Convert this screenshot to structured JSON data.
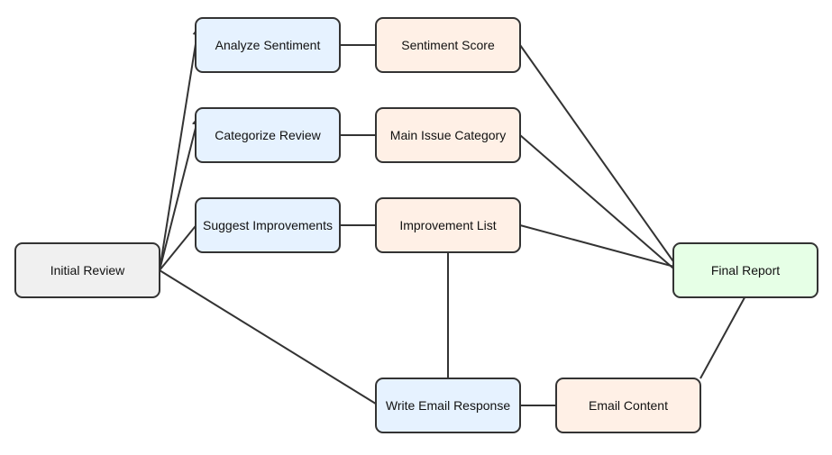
{
  "diagram": {
    "colors": {
      "input": "#f0f0f0",
      "process": "#e6f2ff",
      "output": "#fff0e6",
      "final": "#e6ffe6",
      "stroke": "#333333"
    },
    "nodes": {
      "initial": {
        "label": "Initial Review",
        "kind": "input"
      },
      "analyze": {
        "label": "Analyze Sentiment",
        "kind": "process"
      },
      "categorize": {
        "label": "Categorize Review",
        "kind": "process"
      },
      "suggest": {
        "label": "Suggest Improvements",
        "kind": "process"
      },
      "write_email": {
        "label": "Write Email Response",
        "kind": "process"
      },
      "sentiment_score": {
        "label": "Sentiment Score",
        "kind": "output"
      },
      "issue_category": {
        "label": "Main Issue Category",
        "kind": "output"
      },
      "improvement_list": {
        "label": "Improvement List",
        "kind": "output"
      },
      "email_content": {
        "label": "Email Content",
        "kind": "output"
      },
      "final_report": {
        "label": "Final Report",
        "kind": "final"
      }
    },
    "edges": [
      {
        "from": "initial",
        "to": "analyze"
      },
      {
        "from": "initial",
        "to": "categorize"
      },
      {
        "from": "initial",
        "to": "suggest"
      },
      {
        "from": "initial",
        "to": "write_email"
      },
      {
        "from": "analyze",
        "to": "sentiment_score"
      },
      {
        "from": "categorize",
        "to": "issue_category"
      },
      {
        "from": "suggest",
        "to": "improvement_list"
      },
      {
        "from": "improvement_list",
        "to": "write_email"
      },
      {
        "from": "write_email",
        "to": "email_content"
      },
      {
        "from": "sentiment_score",
        "to": "final_report"
      },
      {
        "from": "issue_category",
        "to": "final_report"
      },
      {
        "from": "improvement_list",
        "to": "final_report"
      },
      {
        "from": "email_content",
        "to": "final_report"
      }
    ]
  }
}
